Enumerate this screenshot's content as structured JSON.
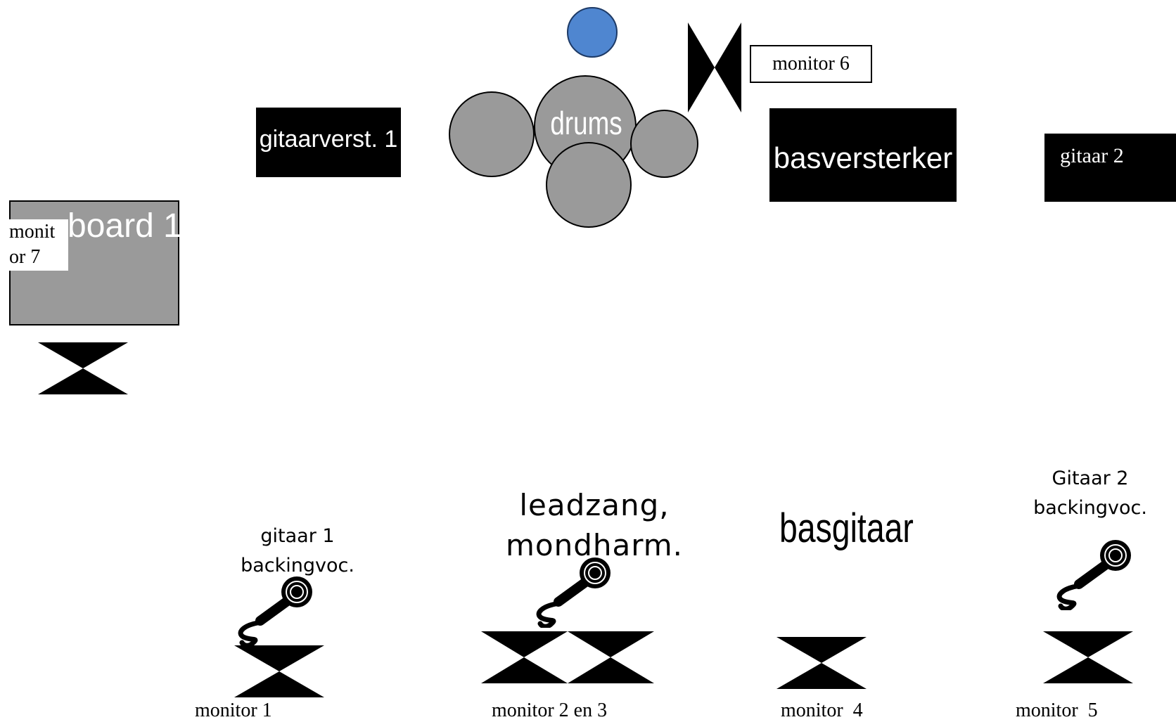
{
  "colors": {
    "stage_black": "#000000",
    "drum_gray": "#9a9a9a",
    "vocal_blue": "#4f86d0",
    "keyboard_gray": "#9a9a9a"
  },
  "top": {
    "guitar_amp_1": "gitaarverst. 1",
    "drums": "drums",
    "monitor_6": "monitor 6",
    "bass_amp": "basversterker",
    "guitar_2_amp": "gitaar 2"
  },
  "keyboard": {
    "label": "board 1",
    "monitor_7_line1": "monit",
    "monitor_7_line2": "or 7"
  },
  "front": {
    "guitar1_line1": "gitaar 1",
    "guitar1_line2": "backingvoc.",
    "lead_line1": "leadzang,",
    "lead_line2": "mondharm.",
    "bass": "basgitaar",
    "guitar2_line1": "Gitaar 2",
    "guitar2_line2": "backingvoc."
  },
  "monitors": {
    "m1": "monitor 1",
    "m23": "monitor 2 en 3",
    "m4": "monitor  4",
    "m5": "monitor  5"
  },
  "icons": [
    "microphone-icon",
    "monitor-wedge-icon"
  ]
}
